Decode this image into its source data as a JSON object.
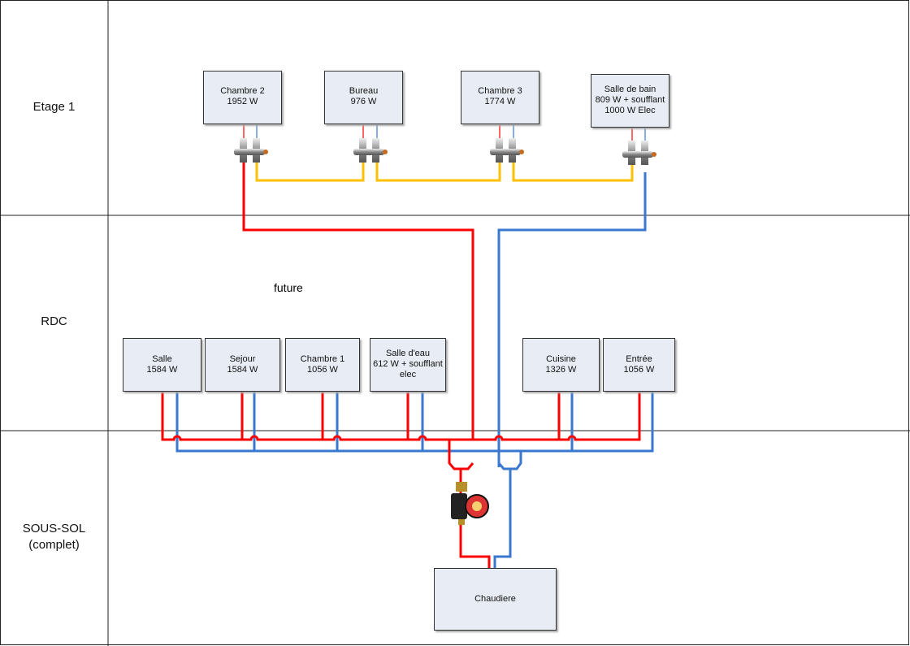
{
  "levels": [
    {
      "label": "Etage 1"
    },
    {
      "label": "RDC"
    },
    {
      "label": "SOUS-SOL\n(complet)"
    }
  ],
  "etage1_rooms": [
    {
      "label": "Chambre 2\n1952 W"
    },
    {
      "label": "Bureau\n976 W"
    },
    {
      "label": "Chambre 3\n1774 W"
    },
    {
      "label": "Salle de bain\n809 W + soufflant\n1000 W Elec"
    }
  ],
  "rdc_rooms": [
    {
      "label": "Salle\n1584 W"
    },
    {
      "label": "Sejour\n1584 W"
    },
    {
      "label": "Chambre 1\n1056 W"
    },
    {
      "label": "Salle d'eau\n612 W + soufflant\nelec"
    },
    {
      "label": "Cuisine\n1326 W"
    },
    {
      "label": "Entrée\n1056 W"
    }
  ],
  "note": "future",
  "boiler": "Chaudiere",
  "colors": {
    "supply": "#ff0000",
    "return": "#3a78d0",
    "bitube": "#ffc000",
    "box_fill": "#e8ecf5"
  }
}
